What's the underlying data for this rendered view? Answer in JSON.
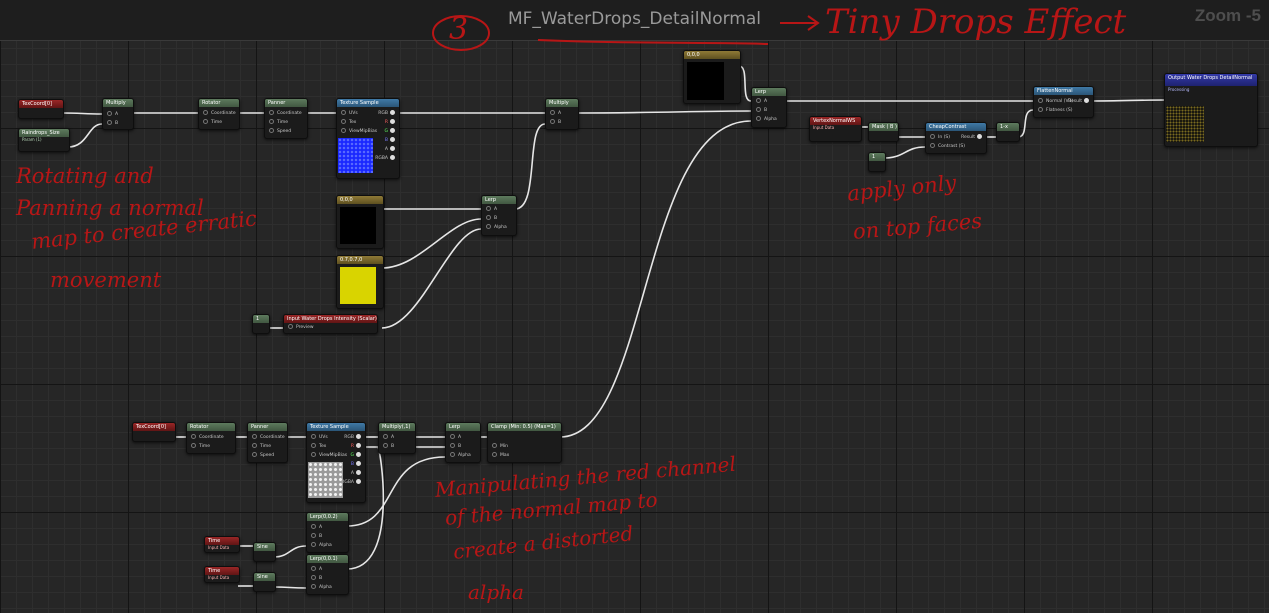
{
  "graph": {
    "title": "MF_WaterDrops_DetailNormal",
    "zoom": "Zoom -5"
  },
  "colors": {
    "wire": "#e6e6e6",
    "annotation": "#b81616",
    "math_header": "#4d6a4d",
    "texture_header": "#3a6f99",
    "input_header": "#8a2222",
    "output_header": "#2a2f98"
  },
  "annotations": {
    "number": "3",
    "title_note": "Tiny Drops Effect",
    "note1": [
      "Rotating and",
      "Panning a normal",
      "map to create erratic",
      "movement"
    ],
    "note2": [
      "apply only",
      "on top faces"
    ],
    "note3": [
      "Manipulating the red channel",
      "of the normal map to",
      "create a distorted",
      "alpha"
    ]
  },
  "nodes": {
    "texcoord1": {
      "title": "TexCoord[0]"
    },
    "raindrops": {
      "title": "Raindrops_Size",
      "sub": "Param (1)"
    },
    "multiply1": {
      "title": "Multiply",
      "a": "A",
      "b": "B"
    },
    "rotator1": {
      "title": "Rotator",
      "coord": "Coordinate",
      "time": "Time"
    },
    "panner1": {
      "title": "Panner",
      "coord": "Coordinate",
      "time": "Time",
      "speed": "Speed"
    },
    "texture1": {
      "title": "Texture Sample",
      "uvs": "UVs",
      "tex": "Tex",
      "mip": "ViewMipBias",
      "rgb": "RGB",
      "r": "R",
      "g": "G",
      "bo": "B",
      "a": "A",
      "rgba": "RGBA"
    },
    "multiply2": {
      "title": "Multiply",
      "a": "A",
      "b": "B"
    },
    "const000a": {
      "title": "0,0,0"
    },
    "const000b": {
      "title": "0,0,0"
    },
    "constyellow": {
      "title": "0.7,0.7,0"
    },
    "lerp1": {
      "title": "Lerp",
      "a": "A",
      "b": "B",
      "alpha": "Alpha"
    },
    "const1a": {
      "title": "1"
    },
    "intensity": {
      "title": "Input Water Drops Intensity (Scalar)",
      "preview": "Preview"
    },
    "lerp2": {
      "title": "Lerp",
      "a": "A",
      "b": "B",
      "alpha": "Alpha"
    },
    "vertexnormal": {
      "title": "VertexNormalWS",
      "sub": "Input Data"
    },
    "mask": {
      "title": "Mask ( B )"
    },
    "const1b": {
      "title": "1"
    },
    "cheapcontrast": {
      "title": "CheapContrast",
      "in": "In (S)",
      "contrast": "Contrast (S)",
      "result": "Result"
    },
    "oneminus": {
      "title": "1-x"
    },
    "flatten": {
      "title": "FlattenNormal",
      "normal": "Normal (V3)",
      "flatness": "Flatness (S)",
      "result": "Result"
    },
    "output": {
      "title": "Output Water Drops DetailNormal",
      "sub": "Processing"
    },
    "texcoord2": {
      "title": "TexCoord[0]"
    },
    "rotator2": {
      "title": "Rotator",
      "coord": "Coordinate",
      "time": "Time"
    },
    "panner2": {
      "title": "Panner",
      "coord": "Coordinate",
      "time": "Time",
      "speed": "Speed"
    },
    "texture2": {
      "title": "Texture Sample",
      "uvs": "UVs",
      "tex": "Tex",
      "mip": "ViewMipBias",
      "rgb": "RGB",
      "r": "R",
      "g": "G",
      "bo": "B",
      "a": "A",
      "rgba": "RGBA"
    },
    "multiply3": {
      "title": "Multiply(,1)",
      "a": "A",
      "b": "B"
    },
    "lerp3": {
      "title": "Lerp",
      "a": "A",
      "b": "B",
      "alpha": "Alpha"
    },
    "clamp": {
      "title": "Clamp (Min: 0.5) (Max=1)",
      "min": "Min",
      "max": "Max"
    },
    "lerp4": {
      "title": "Lerp(0,0.2)",
      "a": "A",
      "b": "B",
      "alpha": "Alpha"
    },
    "lerp5": {
      "title": "Lerp(0,0.1)",
      "a": "A",
      "b": "B",
      "alpha": "Alpha"
    },
    "time1": {
      "title": "Time",
      "sub": "Input Data"
    },
    "sine1": {
      "title": "Sine"
    },
    "time2": {
      "title": "Time",
      "sub": "Input Data"
    },
    "sine2": {
      "title": "Sine"
    }
  }
}
